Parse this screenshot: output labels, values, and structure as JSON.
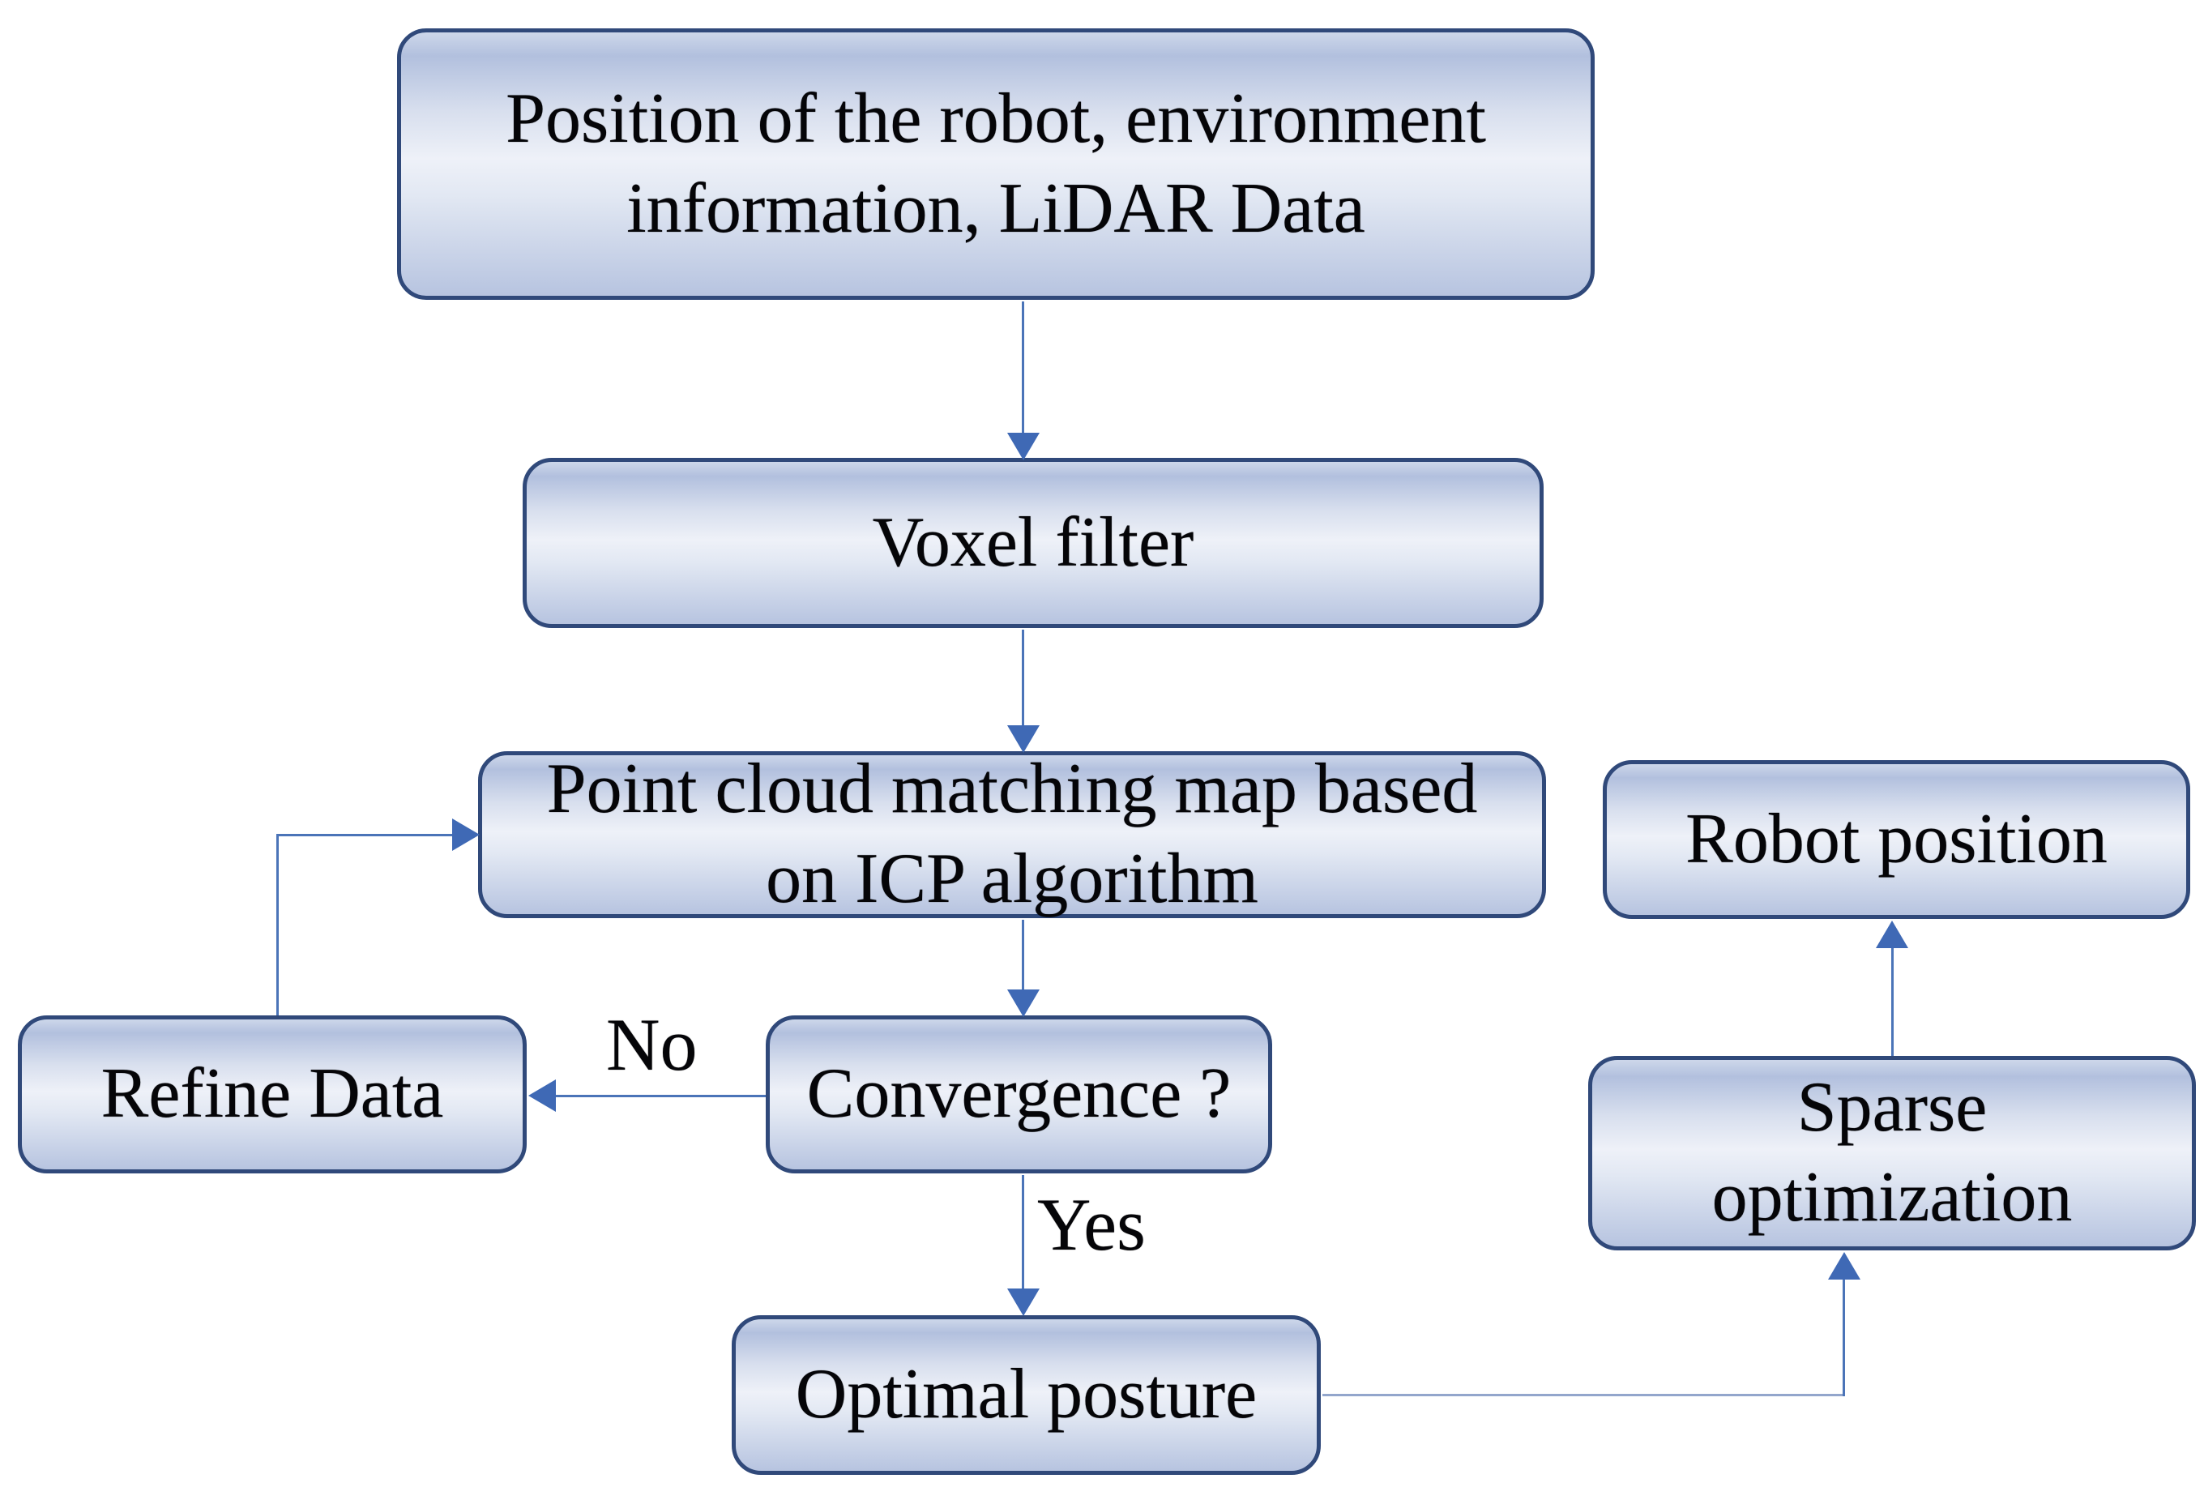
{
  "diagram": {
    "title": "LiDAR ICP localization flowchart",
    "nodes": {
      "input": {
        "label": "Position of the robot, environment\ninformation, LiDAR Data"
      },
      "voxel": {
        "label": "Voxel filter"
      },
      "icp": {
        "label": "Point cloud matching map based\non ICP algorithm"
      },
      "robot": {
        "label": "Robot position"
      },
      "refine": {
        "label": "Refine Data"
      },
      "conv": {
        "label": "Convergence ?"
      },
      "optimal": {
        "label": "Optimal posture"
      },
      "sparse": {
        "label": "Sparse\noptimization"
      }
    },
    "edge_labels": {
      "no": "No",
      "yes": "Yes"
    },
    "edges": [
      {
        "from": "input",
        "to": "voxel",
        "label": ""
      },
      {
        "from": "voxel",
        "to": "icp",
        "label": ""
      },
      {
        "from": "icp",
        "to": "conv",
        "label": ""
      },
      {
        "from": "conv",
        "to": "refine",
        "label": "No"
      },
      {
        "from": "refine",
        "to": "icp",
        "label": ""
      },
      {
        "from": "conv",
        "to": "optimal",
        "label": "Yes"
      },
      {
        "from": "optimal",
        "to": "sparse",
        "label": ""
      },
      {
        "from": "sparse",
        "to": "robot",
        "label": ""
      }
    ],
    "colors": {
      "background": "#ffffff",
      "node_border": "#30497a",
      "node_fill_top": "#b2c0de",
      "node_fill_mid": "#eef1f8",
      "node_fill_bottom": "#b7c4e0",
      "connector": "#4b74b8",
      "connector_light": "#93a6cc",
      "arrowhead": "#3f69b5",
      "text": "#050508"
    }
  }
}
